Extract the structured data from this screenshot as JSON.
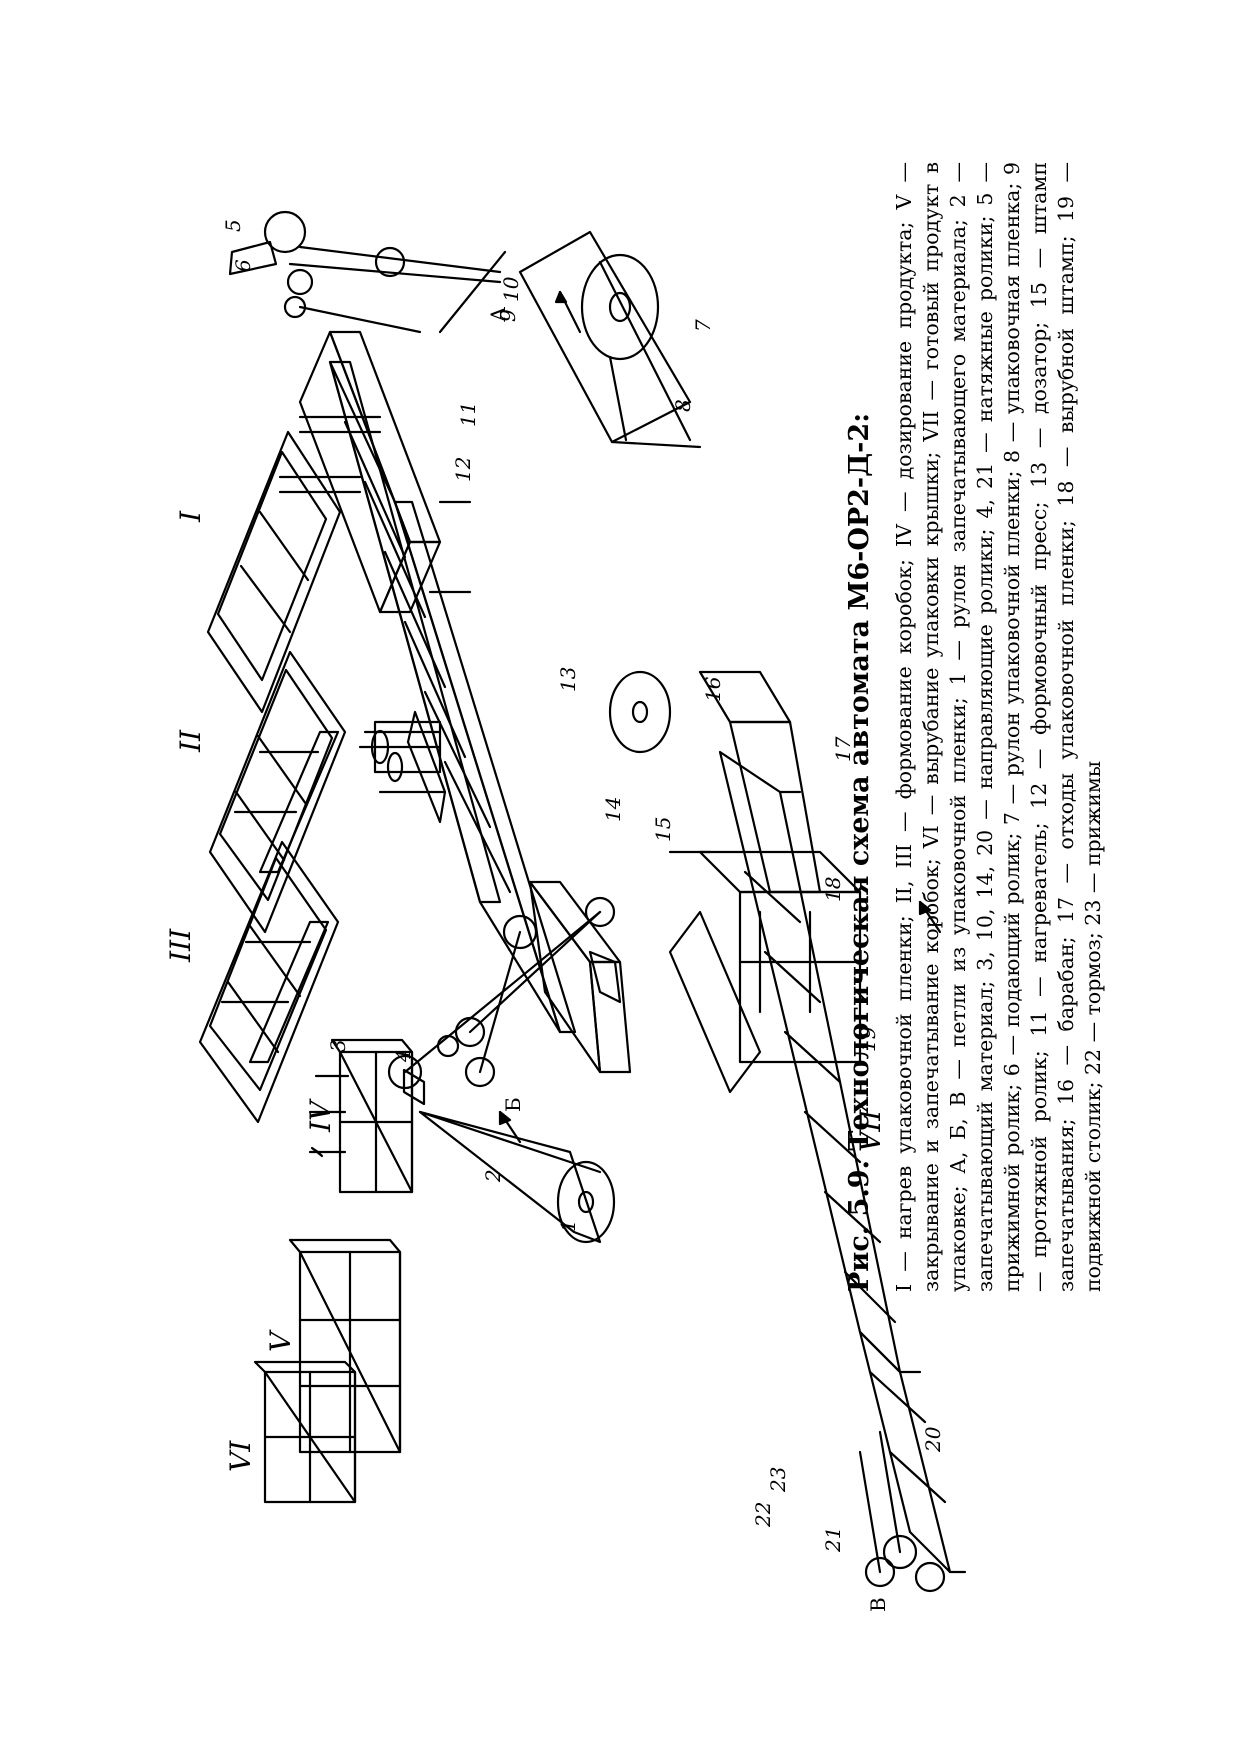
{
  "figure": {
    "caption_title": "Рис. 5.9. Технологическая схема автомата М6-ОР2-Д-2:",
    "caption_body": "I — нагрев упаковочной пленки; II, III — формование коробок; IV — дозирование продукта; V — закрывание и запечатывание коробок; VI — вырубание упаковки крышки; VII — готовый продукт в упаковке; А, Б, В — петли из упаковочной пленки; 1 — рулон запечатывающего материала; 2 — запечатывающий материал; 3, 10, 14, 20 — направляющие ролики; 4, 21 — натяжные ролики; 5 — прижимной ролик; 6 — подающий ролик; 7 — рулон упаковочной пленки; 8 — упаковочная пленка; 9 — протяжной ролик; 11 — нагреватель; 12 — формовочный пресс; 13 — дозатор; 15 — штамп запечатывания; 16 — барабан; 17 — отходы упаковочной пленки; 18 — вырубной штамп; 19 — подвижной столик; 22 — тормоз; 23 — прижимы"
  },
  "diagram": {
    "stage_labels": [
      "I",
      "II",
      "III",
      "IV",
      "V",
      "VI",
      "VII"
    ],
    "number_labels": [
      "1",
      "2",
      "3",
      "4",
      "5",
      "6",
      "7",
      "8",
      "9",
      "10",
      "11",
      "12",
      "13",
      "14",
      "15",
      "16",
      "17",
      "18",
      "19",
      "20",
      "21",
      "22",
      "23"
    ],
    "letter_labels": [
      "А",
      "Б",
      "В"
    ]
  },
  "colors": {
    "ink": "#000000",
    "paper": "#ffffff"
  }
}
